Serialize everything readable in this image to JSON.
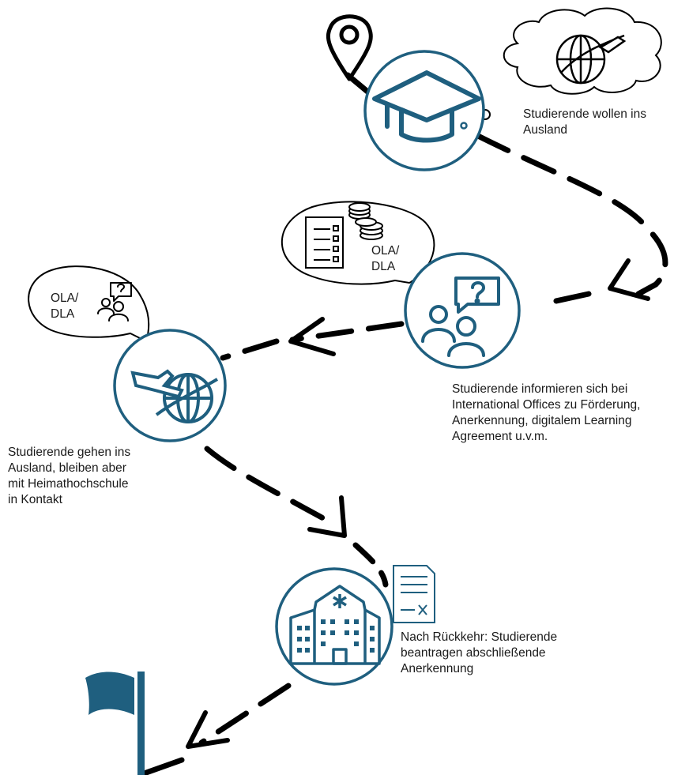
{
  "colors": {
    "accent": "#1f5f7f",
    "path": "#000000",
    "text": "#1a1a1a"
  },
  "steps": [
    {
      "icon": "graduation-cap-icon",
      "thought_icon": "globe-airplane-icon",
      "caption": [
        "Studierende wollen ins",
        "Ausland"
      ]
    },
    {
      "icon": "consultation-icon",
      "bubble_icons": [
        "checklist-icon",
        "coins-icon"
      ],
      "bubble_text": [
        "OLA/",
        "DLA"
      ],
      "caption": [
        "Studierende informieren sich bei",
        "International Offices zu Förderung,",
        "Anerkennung, digitalem Learning",
        "Agreement u.v.m."
      ]
    },
    {
      "icon": "globe-airplane-icon",
      "bubble_icons": [
        "consultation-icon"
      ],
      "bubble_text": [
        "OLA/",
        "DLA"
      ],
      "caption": [
        "Studierende gehen ins",
        "Ausland, bleiben aber",
        "mit Heimathochschule",
        "in Kontakt"
      ]
    },
    {
      "icon": "university-building-icon",
      "side_icon": "signed-document-icon",
      "caption": [
        "Nach Rückkehr: Studierende",
        "beantragen abschließende",
        "Anerkennung"
      ]
    }
  ],
  "start_marker": "location-pin-icon",
  "end_marker": "flag-icon"
}
